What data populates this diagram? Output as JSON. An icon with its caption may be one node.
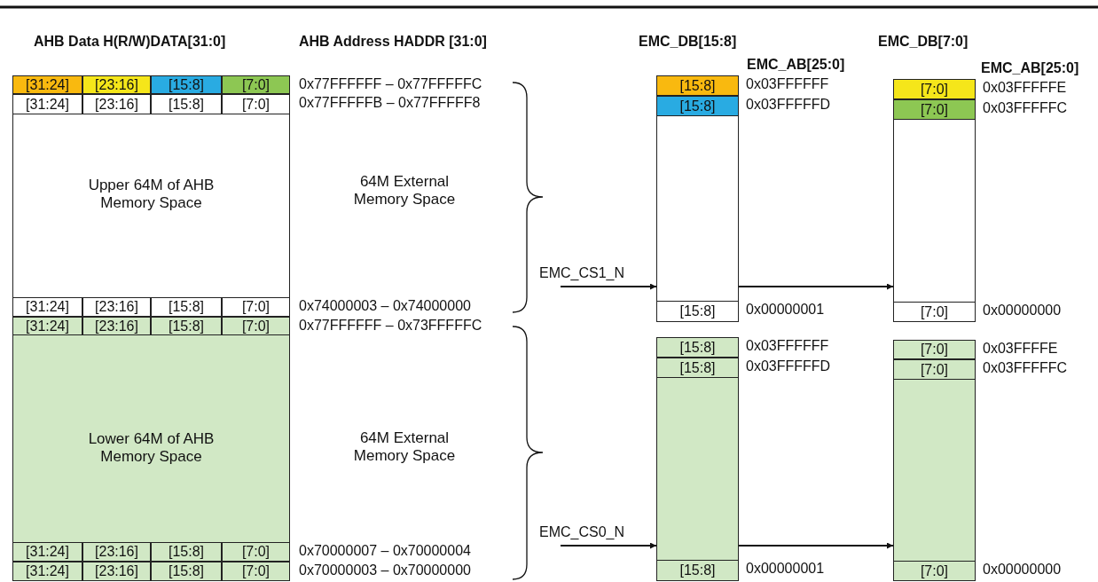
{
  "diagram": {
    "nodes": [
      {
        "text": [
          "Upper 64M of AHB Memory Space"
        ]
      },
      {
        "text": [],
        "shape": "box",
        "in": 0,
        "beside": [
          "0x77FFFFFF – 0x77FFFFFC"
        ]
      },
      {
        "text": [
          "[31:24]"
        ],
        "in": 1
      },
      {
        "text": [
          "[23:16]"
        ],
        "in": 1
      },
      {
        "text": [
          "[15:8]"
        ],
        "in": 1
      },
      {
        "text": [
          "[7:0]"
        ],
        "in": 1
      },
      {
        "text": [],
        "shape": "box",
        "in": 0,
        "beside": [
          "0x77FFFFFB – 0x77FFFFF8"
        ]
      },
      {
        "text": [
          "[31:24]"
        ],
        "in": 6
      },
      {
        "text": [
          "[23:16]"
        ],
        "in": 6
      },
      {
        "text": [
          "[15:8]"
        ],
        "in": 6
      },
      {
        "text": [
          "[7:0]"
        ],
        "in": 6
      },
      {
        "text": [],
        "shape": "box",
        "in": 0,
        "beside": [
          "0x74000003 – 0x74000000"
        ]
      },
      {
        "text": [
          "[31:24]"
        ],
        "in": 11
      },
      {
        "text": [
          "[23:16]"
        ],
        "in": 11
      },
      {
        "text": [
          "[15:8]"
        ],
        "in": 11
      },
      {
        "text": [
          "[7:0]"
        ],
        "in": 11
      },
      {
        "text": [
          "Lower 64M of AHB Memory Space"
        ]
      },
      {
        "text": [],
        "shape": "box",
        "in": 16,
        "beside": [
          "0x77FFFFFF – 0x73FFFFFC"
        ]
      },
      {
        "text": [
          "[31:24]"
        ],
        "in": 17
      },
      {
        "text": [
          "[23:16]"
        ],
        "in": 17
      },
      {
        "text": [
          "[15:8]"
        ],
        "in": 17
      },
      {
        "text": [
          "[7:0]"
        ],
        "in": 17
      },
      {
        "text": [],
        "shape": "box",
        "in": 16,
        "beside": [
          "0x70000007 – 0x70000004"
        ]
      },
      {
        "text": [
          "[31:24]"
        ],
        "in": 22
      },
      {
        "text": [
          "[23:16]"
        ],
        "in": 22
      },
      {
        "text": [
          "[15:8]"
        ],
        "in": 22
      },
      {
        "text": [
          "[7:0]"
        ],
        "in": 22
      },
      {
        "text": [],
        "shape": "box",
        "in": 16,
        "beside": [
          "0x70000003 – 0x70000000"
        ]
      },
      {
        "text": [
          "[31:24]"
        ],
        "in": 27
      },
      {
        "text": [
          "[23:16]"
        ],
        "in": 27
      },
      {
        "text": [
          "[15:8]"
        ],
        "in": 27
      },
      {
        "text": [
          "[7:0]"
        ],
        "in": 27
      },
      {
        "text": [],
        "shape": "box"
      },
      {
        "text": [
          "[15:8]"
        ],
        "in": 32,
        "beside": [
          "0x03FFFFFF"
        ]
      },
      {
        "text": [
          "[15:8]"
        ],
        "in": 32,
        "beside": [
          "0x03FFFFFD"
        ]
      },
      {
        "text": [
          "[15:8]"
        ],
        "in": 32,
        "beside": [
          "0x00000001"
        ]
      },
      {
        "text": [],
        "shape": "box"
      },
      {
        "text": [
          "[7:0]"
        ],
        "in": 36,
        "beside": [
          "0x03FFFFFE"
        ]
      },
      {
        "text": [
          "[7:0]"
        ],
        "in": 36,
        "beside": [
          "0x03FFFFFC"
        ]
      },
      {
        "text": [
          "[7:0]"
        ],
        "in": 36,
        "beside": [
          "0x00000000"
        ]
      },
      {
        "text": [],
        "shape": "box"
      },
      {
        "text": [
          "[15:8]"
        ],
        "in": 40,
        "beside": [
          "0x03FFFFFF"
        ]
      },
      {
        "text": [
          "[15:8]"
        ],
        "in": 40,
        "beside": [
          "0x03FFFFFD"
        ]
      },
      {
        "text": [
          "[15:8]"
        ],
        "in": 40,
        "beside": [
          "0x00000001"
        ]
      },
      {
        "text": [],
        "shape": "box"
      },
      {
        "text": [
          "[7:0]"
        ],
        "in": 44,
        "beside": [
          "0x03FFFFE"
        ]
      },
      {
        "text": [
          "[7:0]"
        ],
        "in": 44,
        "beside": [
          "0x03FFFFFC"
        ]
      },
      {
        "text": [
          "[7:0]"
        ],
        "in": 44,
        "beside": [
          "0x00000000"
        ]
      }
    ],
    "edges": [
      {
        "from": null,
        "to": 32,
        "arrow": "to",
        "label": "EMC_CS1_N"
      },
      {
        "from": 32,
        "to": 36,
        "arrow": "to"
      },
      {
        "from": null,
        "to": 40,
        "arrow": "to",
        "label": "EMC_CS0_N"
      },
      {
        "from": 40,
        "to": 44,
        "arrow": "to"
      }
    ],
    "labels": [
      "AHB Data H(R/W)DATA[31:0]",
      "AHB Address HADDR [31:0]",
      "EMC_DB[15:8]",
      "EMC_DB[7:0]",
      "EMC_AB[25:0]",
      "EMC_AB[25:0]",
      "64M External Memory Space",
      "64M External Memory Space"
    ]
  }
}
